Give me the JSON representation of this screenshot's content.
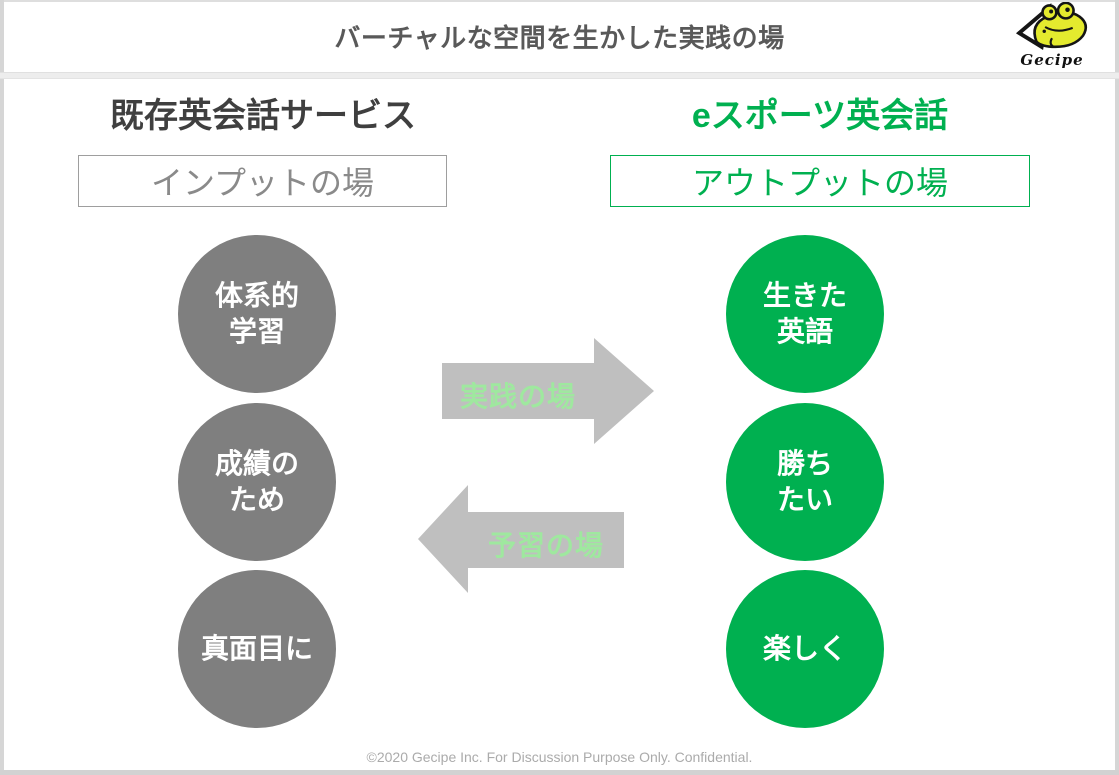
{
  "header": {
    "title": "バーチャルな空間を生かした実践の場",
    "logo_text": "Gecipe"
  },
  "left_column": {
    "heading": "既存英会話サービス",
    "box_label": "インプットの場",
    "circles": [
      {
        "lines": [
          "体系的",
          "学習"
        ]
      },
      {
        "lines": [
          "成績の",
          "ため"
        ]
      },
      {
        "lines": [
          "真面目に",
          ""
        ]
      }
    ]
  },
  "right_column": {
    "heading": "eスポーツ英会話",
    "box_label": "アウトプットの場",
    "circles": [
      {
        "lines": [
          "生きた",
          "英語"
        ]
      },
      {
        "lines": [
          "勝ち",
          "たい"
        ]
      },
      {
        "lines": [
          "楽しく",
          ""
        ]
      }
    ]
  },
  "arrows": {
    "to_right_label": "実践の場",
    "to_left_label": "予習の場"
  },
  "footer": {
    "copyright": "©2020 Gecipe Inc. For Discussion Purpose Only. Confidential."
  },
  "colors": {
    "brand_green": "#00b050",
    "gray_circle": "#7f7f7f",
    "arrow_gray": "#bfbfbf",
    "arrow_label_green": "#9fe89f",
    "title_gray": "#595959",
    "heading_dark": "#3f3f3f",
    "box_text_gray": "#8a8a8a",
    "logo_yellow": "#e4ea2e",
    "footer_gray": "#ababab"
  }
}
